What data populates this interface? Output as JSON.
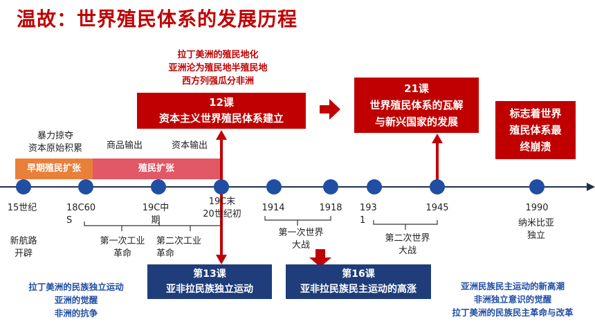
{
  "title": "温故：世界殖民体系的发展历程",
  "top_red_notes": [
    "拉丁美洲的殖民地化",
    "亚洲沦为殖民地半殖民地",
    "西方列强瓜分非洲"
  ],
  "box_12": {
    "line1": "12课",
    "line2": "资本主义世界殖民体系建立"
  },
  "box_21": {
    "line1": "21课",
    "line2": "世界殖民体系的瓦解",
    "line3": "与新兴国家的发展"
  },
  "box_final": {
    "line1": "标志着世界",
    "line2": "殖民体系最",
    "line3": "终崩溃"
  },
  "above_labels": {
    "violence": "暴力掠夺",
    "primitive": "资本原始积累",
    "commodity": "商品输出",
    "capital": "资本输出"
  },
  "bars": {
    "early": "早期殖民扩张",
    "colonial": "殖民扩张"
  },
  "timeline": {
    "t15": "15世纪",
    "t18": "18C60\nS",
    "t19mid": "19C中\n期",
    "t19end": "19C末\n20世纪初",
    "t1914": "1914",
    "t1918": "1918",
    "t1931": "193\n1",
    "t1945": "1945",
    "t1990": "1990"
  },
  "below_labels": {
    "new_route": "新航路\n开辟",
    "ind1": "第一次工业\n革命",
    "ind2": "第二次工业\n革命",
    "ww1": "第一次世界\n大战",
    "ww2": "第二次世界\n大战",
    "namibia": "纳米比亚\n独立"
  },
  "box_13": {
    "line1": "第13课",
    "line2": "亚非拉民族独立运动"
  },
  "box_16": {
    "line1": "第16课",
    "line2": "亚非拉民族民主运动的高涨"
  },
  "left_blue_notes": [
    "拉丁美洲的民族独立运动",
    "亚洲的觉醒",
    "非洲的抗争"
  ],
  "right_blue_notes": [
    "亚洲民族民主运动的新高潮",
    "非洲独立意识的觉醒",
    "拉丁美洲的民族民主革命与改革"
  ],
  "colors": {
    "red": "#c00000",
    "blue": "#1f4ea3",
    "navy": "#1f3d7a",
    "orange": "#e8803a",
    "pink": "#e25866"
  }
}
